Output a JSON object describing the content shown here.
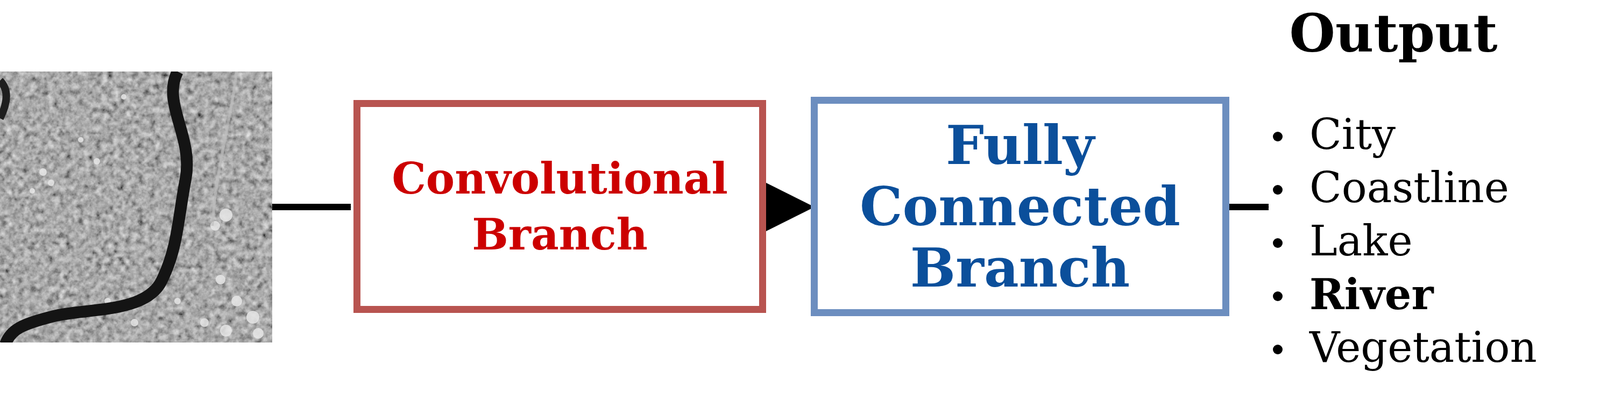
{
  "diagram": {
    "nodes": [
      {
        "text": [
          "Convolutional Branch"
        ]
      },
      {
        "text": [
          "Fully Connected Branch"
        ]
      }
    ],
    "edges": [
      {
        "from": 0,
        "to": 1,
        "arrow": "to"
      }
    ],
    "labels": [
      "Output",
      "City",
      "Coastline",
      "Lake",
      "River",
      "Vegetation"
    ]
  }
}
